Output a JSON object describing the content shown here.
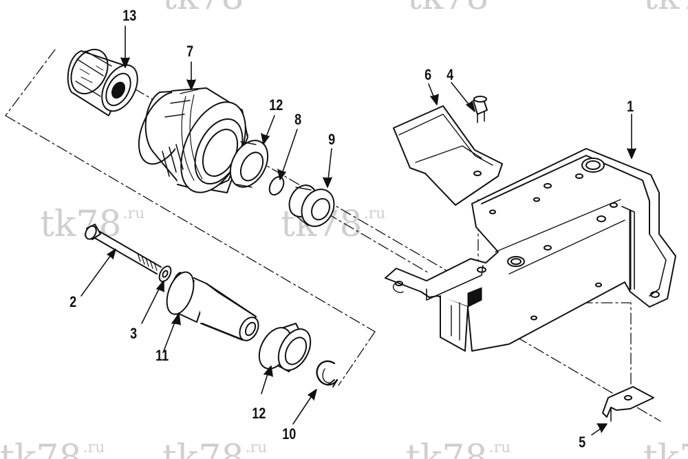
{
  "watermark": {
    "main": "tk78",
    "suffix": ".ru",
    "partial": "tk78"
  },
  "callouts": {
    "c1": "1",
    "c2": "2",
    "c3": "3",
    "c4": "4",
    "c5": "5",
    "c6": "6",
    "c7": "7",
    "c8": "8",
    "c9": "9",
    "c10": "10",
    "c11": "11",
    "c12a": "12",
    "c12b": "12",
    "c13": "13"
  },
  "colors": {
    "ink": "#111111",
    "watermark": "#cfcfcf",
    "background": "#ffffff"
  }
}
